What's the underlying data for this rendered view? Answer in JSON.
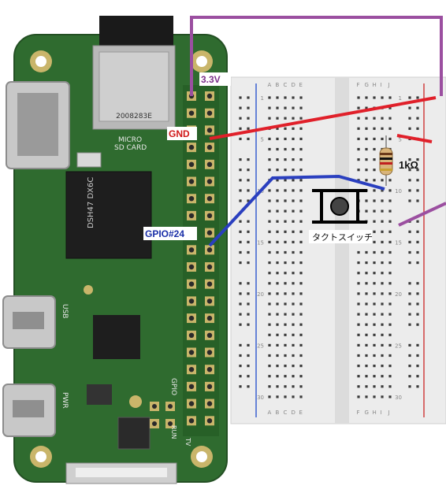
{
  "labels": {
    "v33": "3.3V",
    "gnd": "GND",
    "gpio": "GPIO#24",
    "resistor": "1kΩ",
    "switch": "タクトスイッチ"
  },
  "pi_board": {
    "sd_text": "MICRO\nSD CARD",
    "chip_text": "DSH47 DX6C",
    "sd_code": "2008283E",
    "usb_label": "USB",
    "pwr_label": "PWR",
    "gpio_label": "GPIO",
    "run_label": "RUN",
    "tv_label": "TV"
  },
  "breadboard": {
    "column_letters_left": [
      "A",
      "B",
      "C",
      "D",
      "E"
    ],
    "column_letters_right": [
      "F",
      "G",
      "H",
      "I",
      "J"
    ],
    "row_numbers": [
      "1",
      "5",
      "10",
      "15",
      "20",
      "25",
      "30"
    ]
  },
  "colors": {
    "board_green": "#2f6b2f",
    "wire_red": "#e0202a",
    "wire_blue": "#2a3fbf",
    "wire_purple": "#9b4fa0",
    "rail_blue": "#3a5fd0",
    "rail_red": "#d04040",
    "breadboard": "#eeeeee"
  }
}
